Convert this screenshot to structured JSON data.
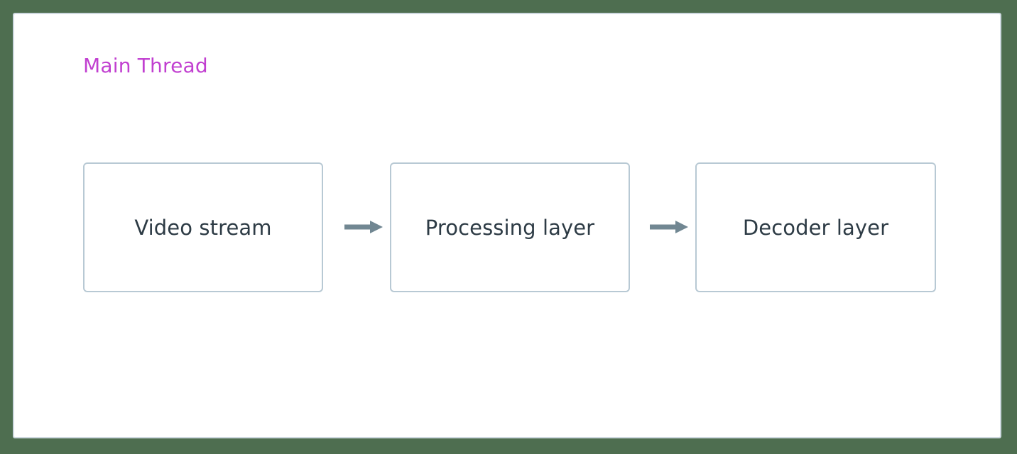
{
  "diagram": {
    "type": "flowchart",
    "direction": "left-to-right",
    "cluster": {
      "label": "Main Thread",
      "label_color": "#c13fd0",
      "border_color": "#cfd9e0",
      "background": "#ffffff"
    },
    "canvas_background": "#4e6e50",
    "node_style": {
      "border_color": "#b8c9d4",
      "fill": "#ffffff",
      "text_color": "#2d3b45"
    },
    "edge_style": {
      "color": "#718792",
      "arrow_head": "solid-triangle"
    },
    "nodes": [
      {
        "id": "video-stream",
        "label": "Video stream"
      },
      {
        "id": "processing-layer",
        "label": "Processing layer"
      },
      {
        "id": "decoder-layer",
        "label": "Decoder layer"
      }
    ],
    "edges": [
      {
        "id": "edge-0",
        "from": "video-stream",
        "to": "processing-layer",
        "label": ""
      },
      {
        "id": "edge-1",
        "from": "processing-layer",
        "to": "decoder-layer",
        "label": ""
      }
    ]
  }
}
